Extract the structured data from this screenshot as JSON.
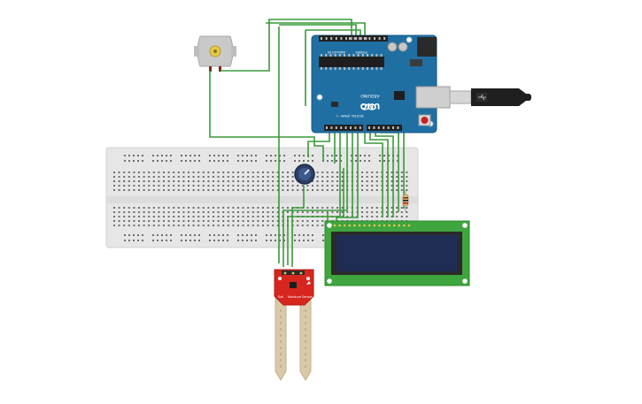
{
  "arduino": {
    "logo": "UNO",
    "brand": "ARDUINO",
    "digital_label": "DIGITAL (PWM ~)",
    "analog_label": "ANALOG IN",
    "power_label": "POWER",
    "ioref_label": "IOREF"
  },
  "sensor": {
    "label_left": "Soil",
    "label_mid": "Moisture",
    "label_right": "Sensor"
  },
  "colors": {
    "wire": "#3a9a3a",
    "arduino_board": "#1f6fa3",
    "sensor_board": "#d7261e",
    "lcd_pcb": "#3fa53f",
    "lcd_screen": "#1f2d55",
    "breadboard": "#e7e7e7"
  }
}
